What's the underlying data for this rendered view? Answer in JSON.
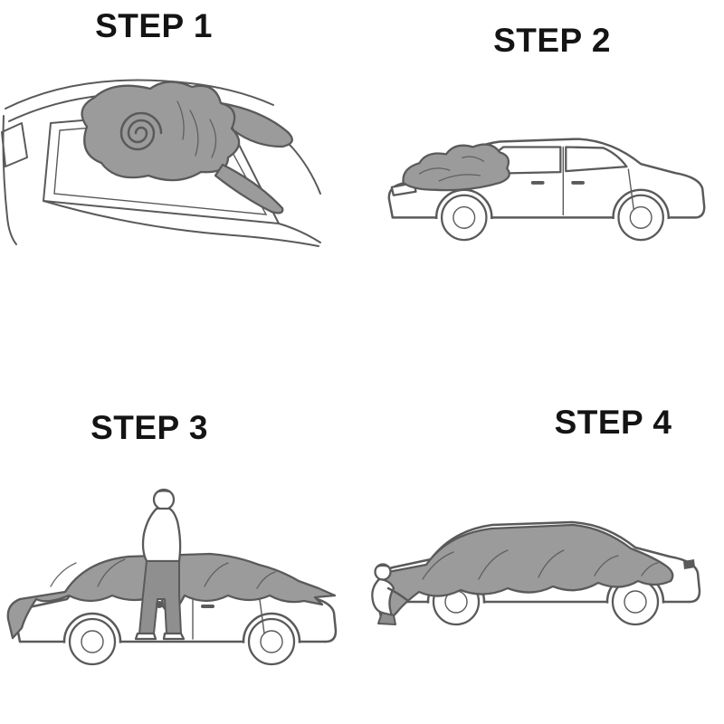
{
  "colors": {
    "background": "#ffffff",
    "line": "#5a5a5a",
    "cover": "#9b9b9b",
    "label_text": "#141414"
  },
  "steps": [
    {
      "label": "STEP 1",
      "illustration": "rolled-car-cover-on-rear-deck"
    },
    {
      "label": "STEP 2",
      "illustration": "cover-bundle-on-hood-of-car"
    },
    {
      "label": "STEP 3",
      "illustration": "person-spreading-cover-over-car"
    },
    {
      "label": "STEP 4",
      "illustration": "car-fully-covered-person-securing-front"
    }
  ]
}
